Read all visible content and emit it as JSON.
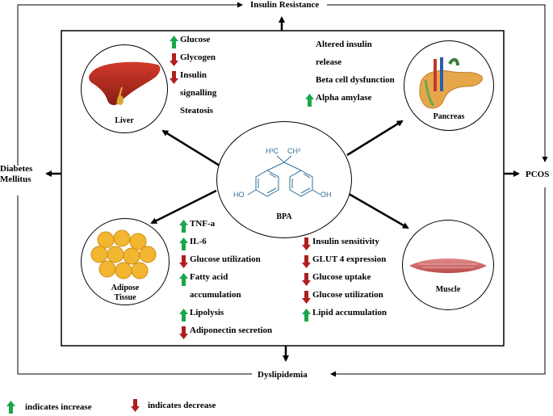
{
  "outer": {
    "top": "Insulin Resistance",
    "left": "Diabetes\nMellitus",
    "right": "PCOS",
    "bottom": "Dyslipidemia"
  },
  "center": {
    "label": "BPA",
    "h3c": "H³C",
    "ch3": "CH³",
    "ho": "HO",
    "oh": "OH"
  },
  "organs": {
    "liver": "Liver",
    "pancreas": "Pancreas",
    "adipose": "Adipose\nTissue",
    "muscle": "Muscle"
  },
  "liver_effects": [
    {
      "dir": "up",
      "text": "Glucose"
    },
    {
      "dir": "down",
      "text": "Glycogen"
    },
    {
      "dir": "down",
      "text": "Insulin"
    },
    {
      "dir": "none",
      "text": "signalling"
    },
    {
      "dir": "none",
      "text": "Steatosis"
    }
  ],
  "pancreas_effects": [
    {
      "dir": "none",
      "text": "Altered insulin"
    },
    {
      "dir": "none",
      "text": "release"
    },
    {
      "dir": "none",
      "text": "Beta cell dysfunction"
    },
    {
      "dir": "up",
      "text": "Alpha amylase"
    }
  ],
  "adipose_effects": [
    {
      "dir": "up",
      "text": "TNF-a"
    },
    {
      "dir": "up",
      "text": "IL-6"
    },
    {
      "dir": "down",
      "text": "Glucose utilization"
    },
    {
      "dir": "up",
      "text": "Fatty acid"
    },
    {
      "dir": "none",
      "text": "accumulation"
    },
    {
      "dir": "up",
      "text": "Lipolysis"
    },
    {
      "dir": "down",
      "text": "Adiponectin secretion"
    }
  ],
  "muscle_effects": [
    {
      "dir": "down",
      "text": "Insulin sensitivity"
    },
    {
      "dir": "down",
      "text": "GLUT 4 expression"
    },
    {
      "dir": "down",
      "text": "Glucose uptake"
    },
    {
      "dir": "down",
      "text": "Glucose utilization"
    },
    {
      "dir": "up",
      "text": "Lipid accumulation"
    }
  ],
  "legend": {
    "increase": "indicates increase",
    "decrease": "indicates decrease"
  },
  "colors": {
    "up": "#1aa64a",
    "down": "#b01e1e",
    "structure": "#2e6f9e"
  }
}
